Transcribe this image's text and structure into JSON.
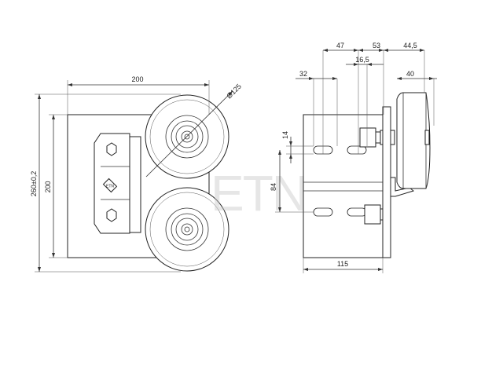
{
  "watermark": "ETN",
  "front_view": {
    "dim_width": "200",
    "dim_height": "200",
    "dim_total_height": "260±0,2",
    "dim_wheel_diameter": "Ø125"
  },
  "side_view": {
    "dim_47": "47",
    "dim_53": "53",
    "dim_44_5": "44,5",
    "dim_16_5": "16,5",
    "dim_32": "32",
    "dim_40": "40",
    "dim_14": "14",
    "dim_84": "84",
    "dim_115": "115"
  },
  "colors": {
    "line": "#222222",
    "dimension": "#333333",
    "watermark": "#c8c8c8"
  }
}
